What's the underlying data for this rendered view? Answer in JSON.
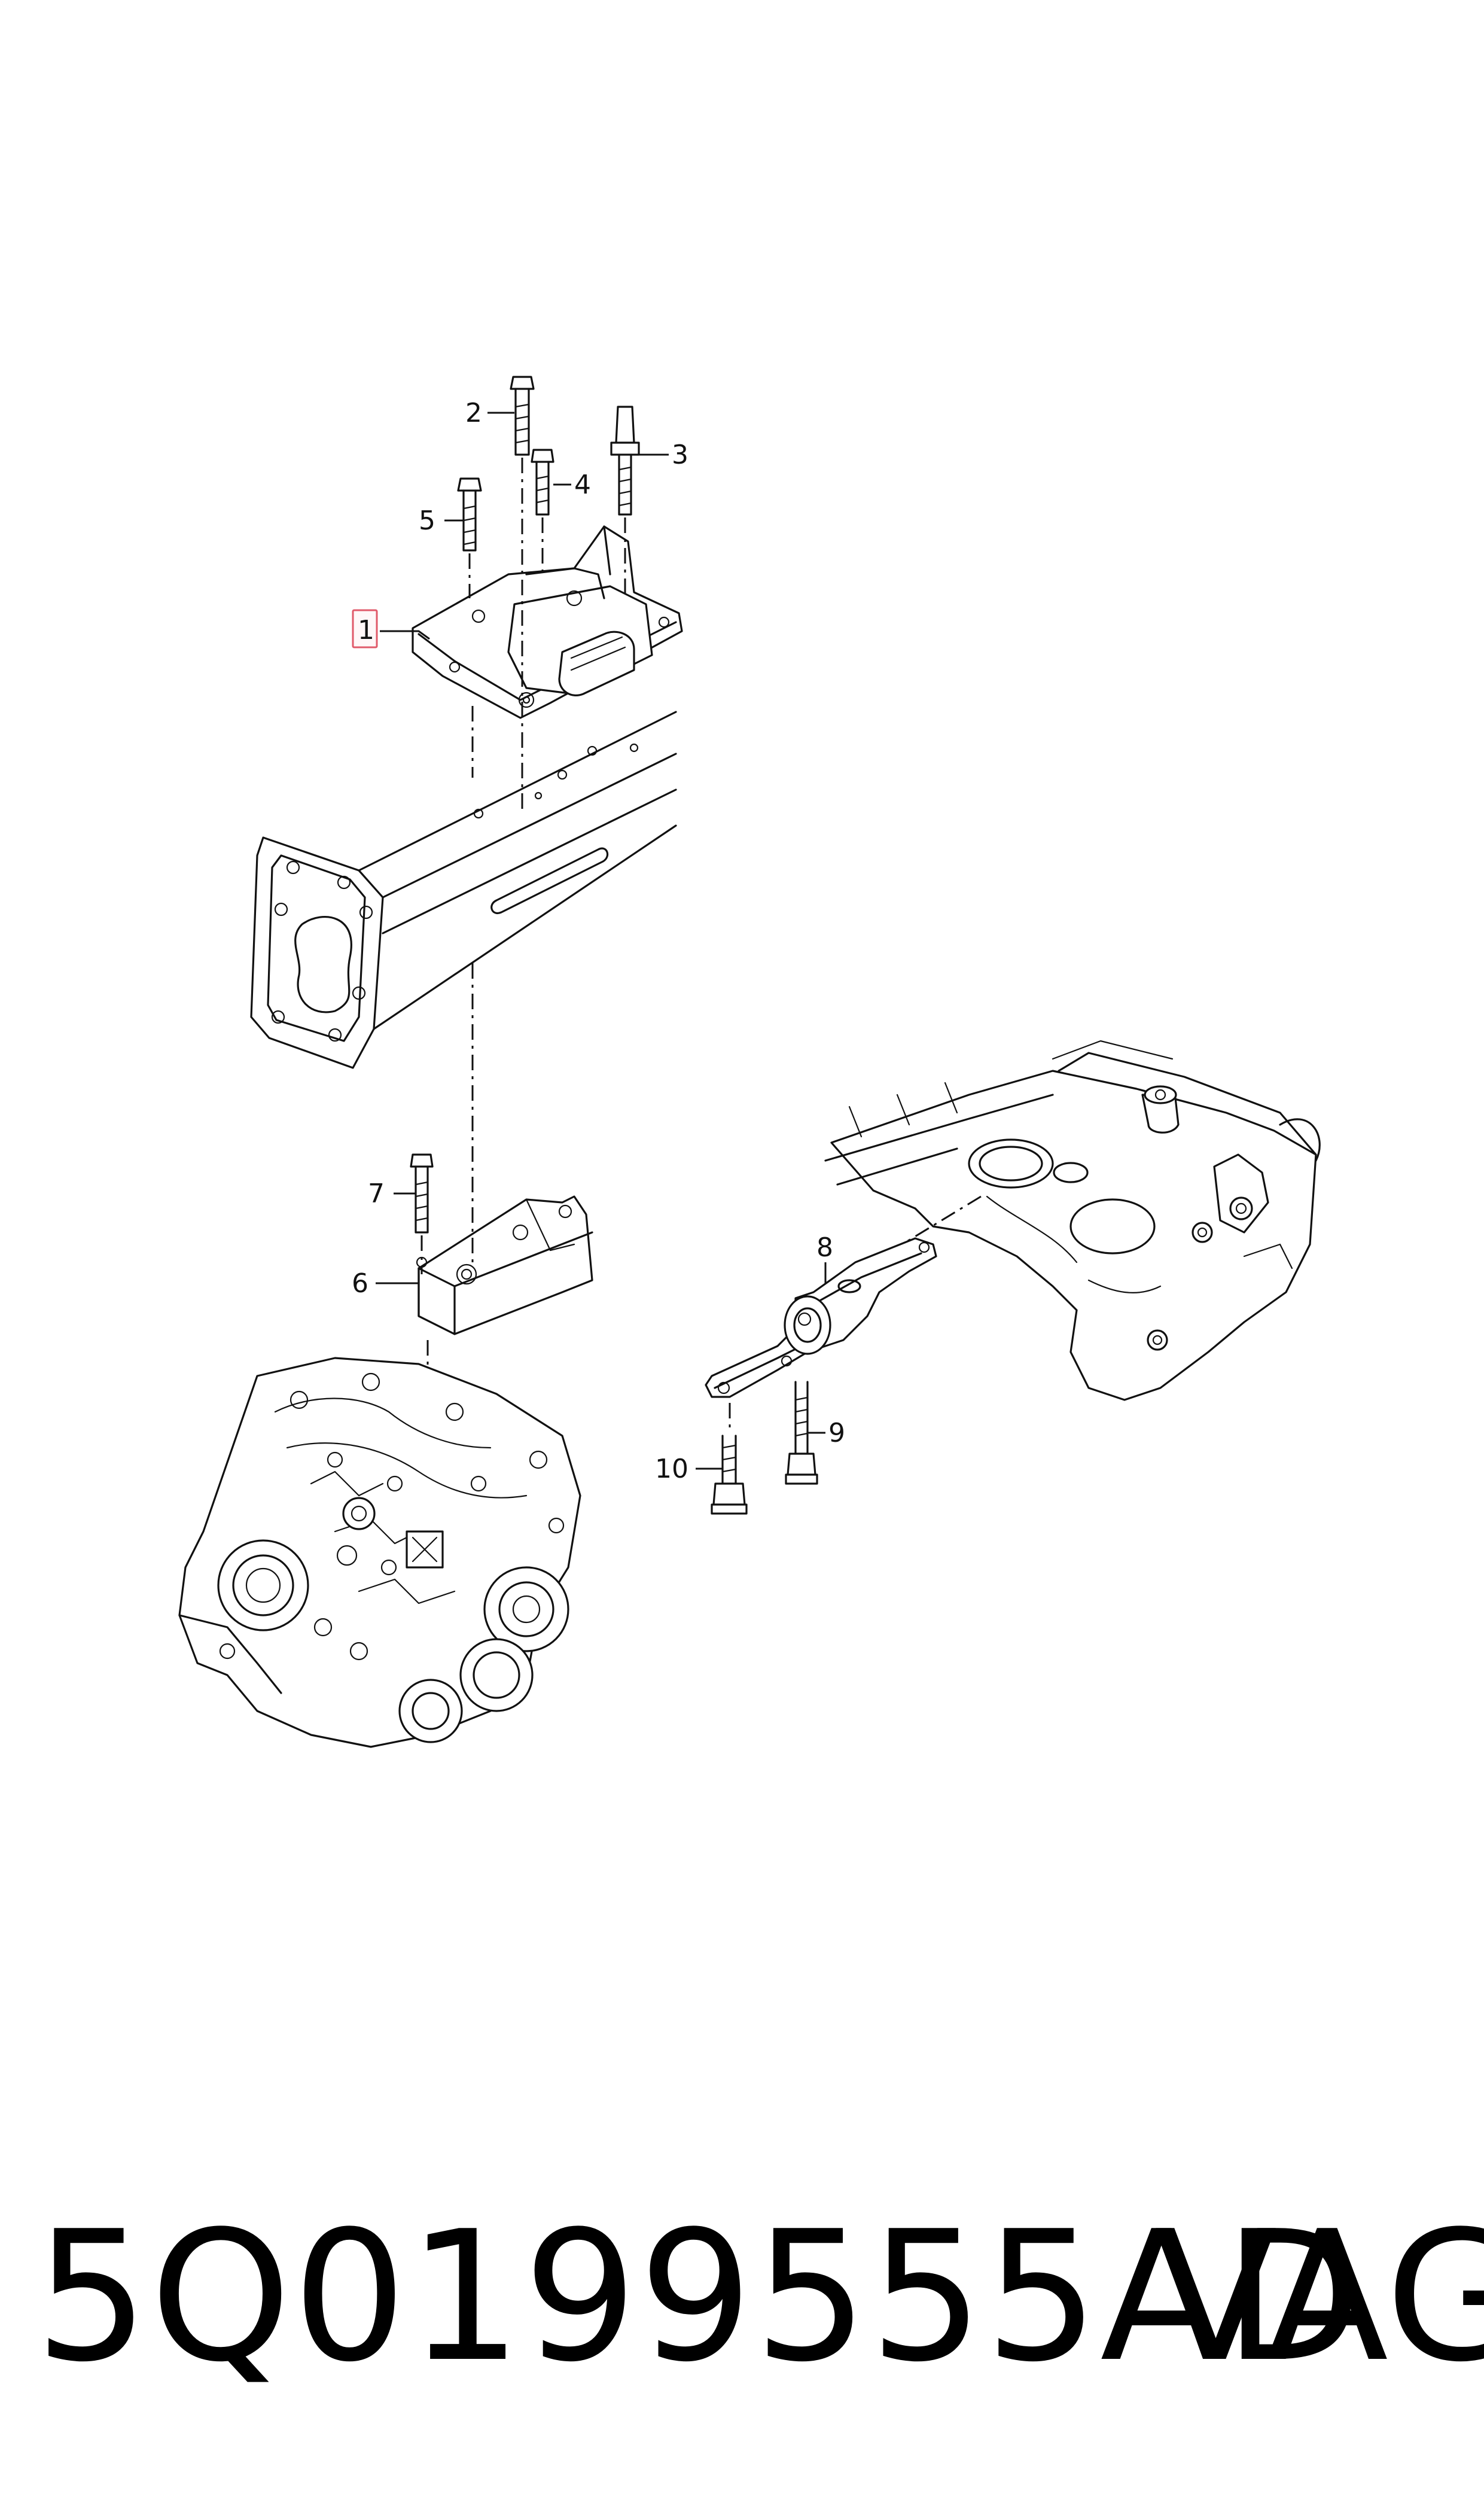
{
  "callouts": [
    {
      "id": "1",
      "label": "1",
      "highlighted": true
    },
    {
      "id": "2",
      "label": "2"
    },
    {
      "id": "3",
      "label": "3"
    },
    {
      "id": "4",
      "label": "4"
    },
    {
      "id": "5",
      "label": "5"
    },
    {
      "id": "6",
      "label": "6"
    },
    {
      "id": "7",
      "label": "7"
    },
    {
      "id": "8",
      "label": "8"
    },
    {
      "id": "9",
      "label": "9"
    },
    {
      "id": "10",
      "label": "10"
    }
  ],
  "footer": {
    "part_number": "5Q0199555AD",
    "brand": "VAG"
  },
  "colors": {
    "highlight_box": "#e05a6a",
    "line": "#111111"
  }
}
